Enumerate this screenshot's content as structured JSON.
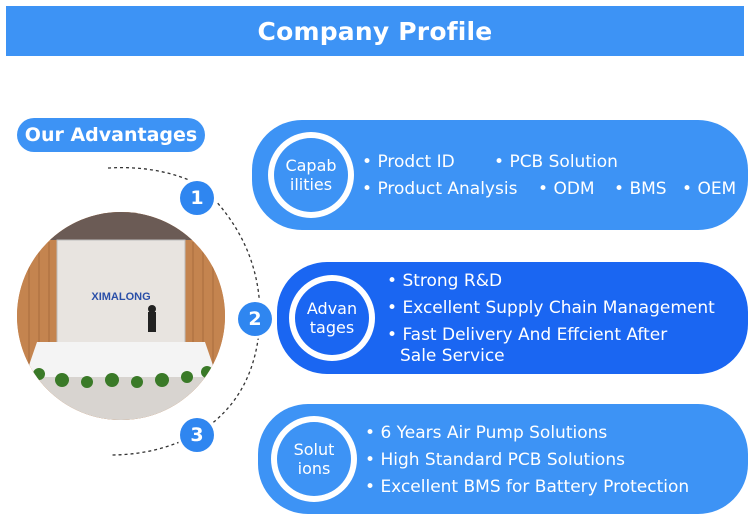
{
  "header": {
    "title": "Company Profile"
  },
  "advantages_label": "Our Advantages",
  "steps": [
    "1",
    "2",
    "3"
  ],
  "photo": {
    "sign_text": "XIMALONG"
  },
  "capabilities": {
    "badge": [
      "Capab",
      "ilities"
    ],
    "items": [
      "Prodct ID",
      "PCB Solution",
      "Product Analysis",
      "ODM",
      "BMS",
      "OEM"
    ]
  },
  "advantages": {
    "badge": [
      "Advan",
      "tages"
    ],
    "items": [
      "Strong R&D",
      "Excellent Supply Chain Management",
      "Fast Delivery And Effcient After",
      "Sale Service"
    ]
  },
  "solutions": {
    "badge": [
      "Solut",
      "ions"
    ],
    "items": [
      "6 Years Air Pump Solutions",
      "High Standard PCB Solutions",
      "Excellent BMS for Battery Protection"
    ]
  },
  "colors": {
    "primary": "#3d93f5",
    "dark_blue": "#1a66f2",
    "white": "#ffffff"
  }
}
